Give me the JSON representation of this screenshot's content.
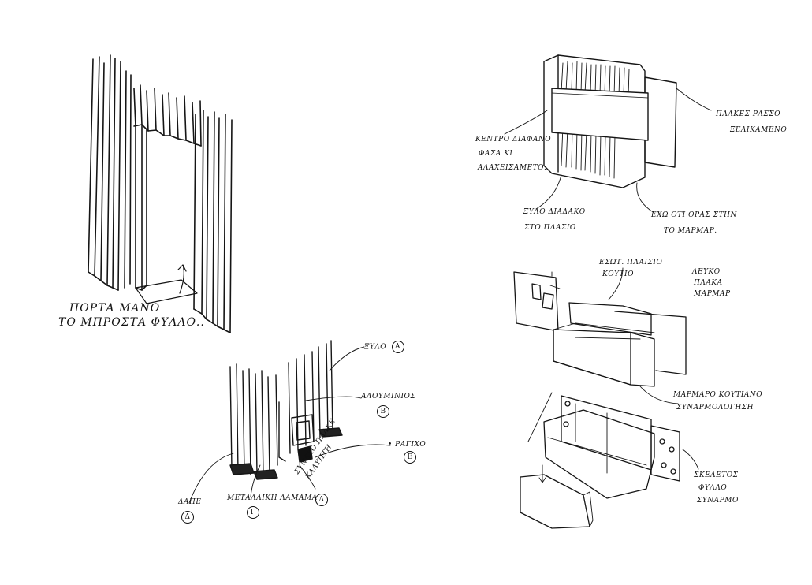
{
  "sketch_1": {
    "caption_line_1": "ΠΟΡΤΑ ΜΑΝΟ",
    "caption_line_2": "ΤΟ ΜΠΡΟΣΤΑ ΦΥΛΛΟ.."
  },
  "sketch_2": {
    "label_e": "ΞΥΛΟ",
    "marker_a": "A",
    "label_b": "ΑΛΟΥΜΙΝΙΟΣ",
    "marker_b": "B",
    "label_rail": "• ΡΑΓΙΧΟ",
    "marker_e": "E",
    "label_ground": "ΔΑΠΕ",
    "marker_d": "Δ",
    "label_plate": "ΜΕΤΑΛΛΙΚΗ ΛΑΜΑΜΑ",
    "marker_g": "Γ",
    "label_bracket_1": "ΣΥΝΕΧΟ ΠΛΑΚΕ",
    "label_bracket_2": "ΚΑΛΥΠΤΗ",
    "marker_d2": "Δ"
  },
  "sketch_3": {
    "label_left_1": "ΚΕΝΤΡΟ ΔΙΑΦΑΝΟ",
    "label_left_2": "ΦΑΣΑ ΚΙ",
    "label_left_3": "ΑΛΑΧΕΙΣΑΜΕΤΟ.",
    "label_right_1": "ΠΛΑΚΕΣ ΡΑΣΣΟ",
    "label_right_2": "ΞΕΛΙΚΑΜΕΝΟ",
    "label_bottom_left_1": "ΞΥΛΟ ΔΙΑΔΑΚΟ",
    "label_bottom_left_2": "ΣΤΟ ΠΛΑΣΙΟ",
    "label_bottom_right_1": "ΕΧΩ ΟΤΙ ΟΡΑΣ ΣΤΗΝ",
    "label_bottom_right_2": "ΤΟ ΜΑΡΜΑΡ."
  },
  "sketch_4": {
    "label_top_1": "ΕΣΩΤ. ΠΛΑΙΣΙΟ",
    "label_top_2": "ΚΟΥΤΙΟ",
    "label_top_right_1": "ΛΕΥΚΟ",
    "label_top_right_2": "ΠΛΑΚΑ",
    "label_top_right_3": "ΜΑΡΜΑΡ",
    "label_mid_1": "ΜΑΡΜΑΡΟ ΚΟΥΤΙΑΝΟ",
    "label_mid_2": "ΣΥΝΑΡΜΟΛΟΓΗΣΗ",
    "label_bottom_1": "ΣΚΕΛΕΤΟΣ",
    "label_bottom_2": "ΦΥΛΛΟ",
    "label_bottom_3": "ΣΥΝΑΡΜΟ"
  }
}
